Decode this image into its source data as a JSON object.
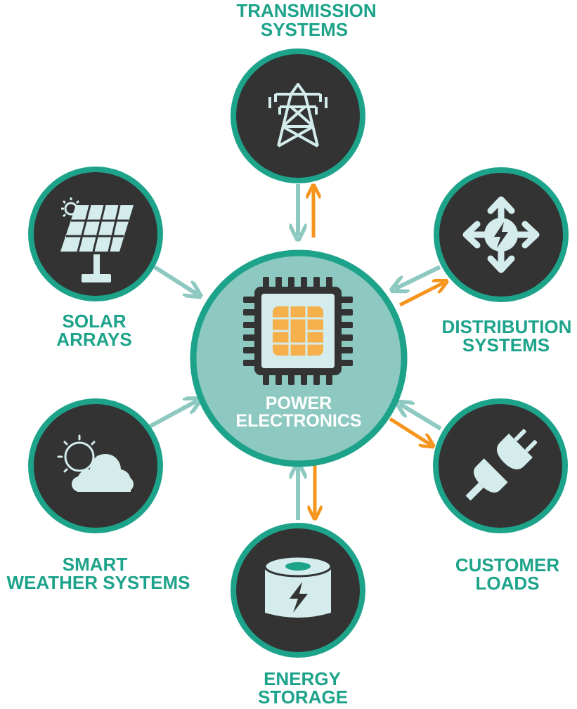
{
  "center": {
    "line1": "POWER",
    "line2": "ELECTRONICS",
    "icon": "microchip-icon"
  },
  "nodes": {
    "transmission": {
      "line1": "TRANSMISSION",
      "line2": "SYSTEMS",
      "icon": "transmission-tower-icon",
      "flow": "bidirectional"
    },
    "solar": {
      "line1": "SOLAR",
      "line2": "ARRAYS",
      "icon": "solar-panel-icon",
      "flow": "inbound"
    },
    "distribution": {
      "line1": "DISTRIBUTION",
      "line2": "SYSTEMS",
      "icon": "four-way-arrows-bolt-icon",
      "flow": "bidirectional"
    },
    "weather": {
      "line1": "SMART",
      "line2": "WEATHER SYSTEMS",
      "icon": "sun-cloud-icon",
      "flow": "inbound"
    },
    "customer": {
      "line1": "CUSTOMER",
      "line2": "LOADS",
      "icon": "plug-icon",
      "flow": "bidirectional"
    },
    "storage": {
      "line1": "ENERGY",
      "line2": "STORAGE",
      "icon": "battery-cell-icon",
      "flow": "bidirectional"
    }
  },
  "colors": {
    "teal": "#1ea38b",
    "center_fill": "#8ec9c1",
    "node_fill": "#333333",
    "icon_light": "#d4ecec",
    "arrow_teal": "#8ec9c1",
    "arrow_orange": "#f5951d",
    "chip_gold": "#f5b04c"
  }
}
